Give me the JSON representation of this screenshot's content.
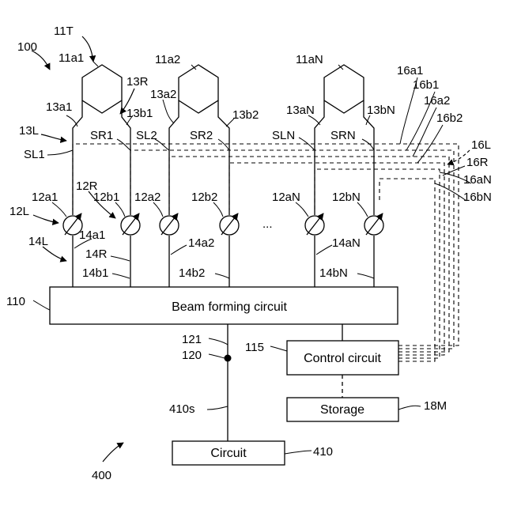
{
  "boxes": {
    "beam_forming": "Beam forming circuit",
    "control": "Control circuit",
    "storage": "Storage",
    "circuit": "Circuit"
  },
  "refs": {
    "r100": "100",
    "r11T": "11T",
    "r11a1": "11a1",
    "r11a2": "11a2",
    "r11aN": "11aN",
    "r13R": "13R",
    "r13a1": "13a1",
    "r13b1": "13b1",
    "r13a2": "13a2",
    "r13b2": "13b2",
    "r13aN": "13aN",
    "r13bN": "13bN",
    "r13L": "13L",
    "rSR1": "SR1",
    "rSL1": "SL1",
    "rSL2": "SL2",
    "rSR2": "SR2",
    "rSLN": "SLN",
    "rSRN": "SRN",
    "r16a1": "16a1",
    "r16b1": "16b1",
    "r16a2": "16a2",
    "r16b2": "16b2",
    "r16L": "16L",
    "r16R": "16R",
    "r16aN": "16aN",
    "r16bN": "16bN",
    "r12R": "12R",
    "r12a1": "12a1",
    "r12b1": "12b1",
    "r12a2": "12a2",
    "r12b2": "12b2",
    "r12aN": "12aN",
    "r12bN": "12bN",
    "r12L": "12L",
    "rDots": "...",
    "r14L": "14L",
    "r14a1": "14a1",
    "r14R": "14R",
    "r14a2": "14a2",
    "r14aN": "14aN",
    "r14b1": "14b1",
    "r14b2": "14b2",
    "r14bN": "14bN",
    "r110": "110",
    "r121": "121",
    "r120": "120",
    "r115": "115",
    "r410s": "410s",
    "r18M": "18M",
    "r410": "410",
    "r400": "400"
  }
}
